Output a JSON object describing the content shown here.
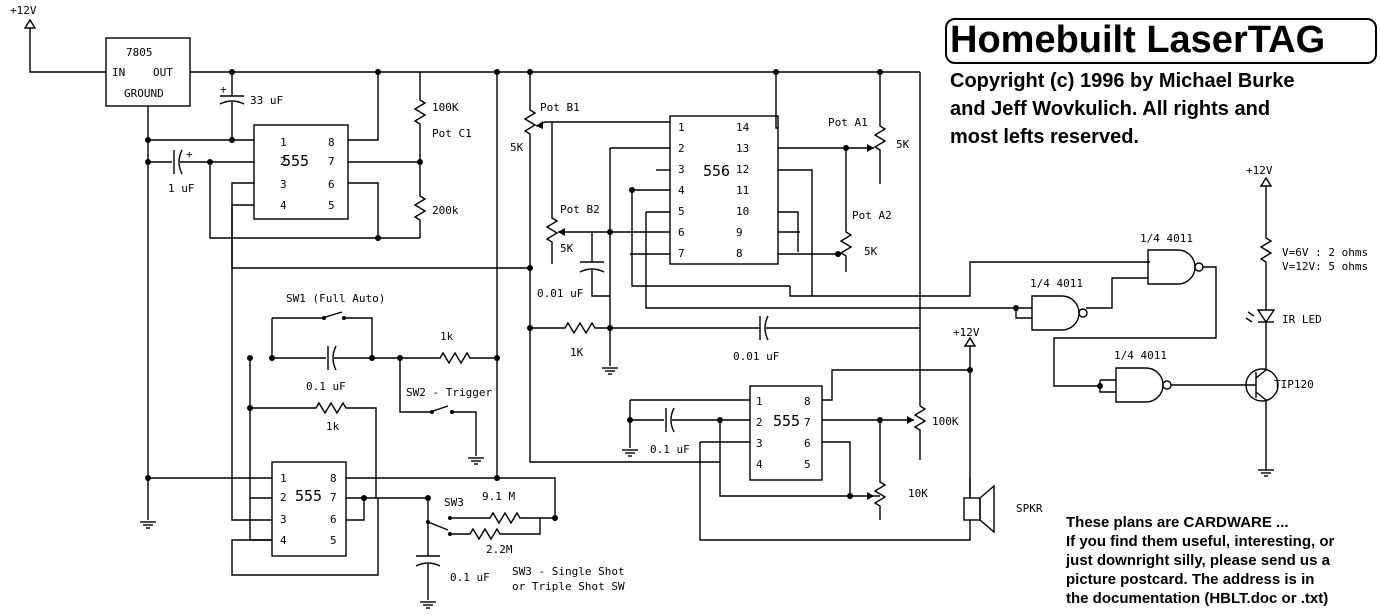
{
  "title": "Homebuilt LaserTAG",
  "copyright": [
    "Copyright (c) 1996 by Michael Burke",
    "and Jeff Wovkulich.  All rights and",
    "most lefts reserved."
  ],
  "cardware": [
    "These plans are CARDWARE ...",
    "If you find them useful, interesting, or",
    "just downright silly, please send us a",
    "picture postcard.  The address is in",
    "the documentation (HBLT.doc or .txt)"
  ],
  "labels": {
    "vcc_main": "+12V",
    "vcc_led": "+12V",
    "vcc_spk": "+12V",
    "reg": "7805",
    "reg_in": "IN",
    "reg_out": "OUT",
    "reg_gnd": "GROUND",
    "cap33": "33 uF",
    "cap1": "1 uF",
    "plus": "+",
    "r100k": "100K",
    "potc1": "Pot C1",
    "r200k": "200k",
    "potb1": "Pot B1",
    "potb1_val": "5K",
    "potb2": "Pot B2",
    "potb2_val": "5K",
    "cap001a": "0.01 uF",
    "r1k_mid": "1K",
    "cap001b": "0.01 uF",
    "pota1": "Pot A1",
    "pota1_val": "5K",
    "pota2": "Pot A2",
    "pota2_val": "5K",
    "ic556": "556",
    "ic555a": "555",
    "ic555b": "555",
    "ic555c": "555",
    "sw1": "SW1 (Full Auto)",
    "cap01a": "0.1 uF",
    "r1k_a": "1k",
    "r1k_b": "1k",
    "sw2": "SW2 - Trigger",
    "sw3": "SW3",
    "r91m": "9.1 M",
    "r22m": "2.2M",
    "cap01b": "0.1 uF",
    "sw3_desc1": "SW3 - Single Shot",
    "sw3_desc2": "or Triple Shot SW",
    "cap01c": "0.1 uF",
    "r100k_b": "100K",
    "r10k": "10K",
    "spkr": "SPKR",
    "nand1": "1/4 4011",
    "nand2": "1/4 4011",
    "nand3": "1/4 4011",
    "led_r1": "V=6V : 2 ohms",
    "led_r2": "V=12V: 5 ohms",
    "irled": "IR LED",
    "tip": "TIP120"
  },
  "pins556_left": [
    "1",
    "2",
    "3",
    "4",
    "5",
    "6",
    "7"
  ],
  "pins556_right": [
    "14",
    "13",
    "12",
    "11",
    "10",
    "9",
    "8"
  ],
  "pins555_left": [
    "1",
    "2",
    "3",
    "4"
  ],
  "pins555_right": [
    "8",
    "7",
    "6",
    "5"
  ]
}
